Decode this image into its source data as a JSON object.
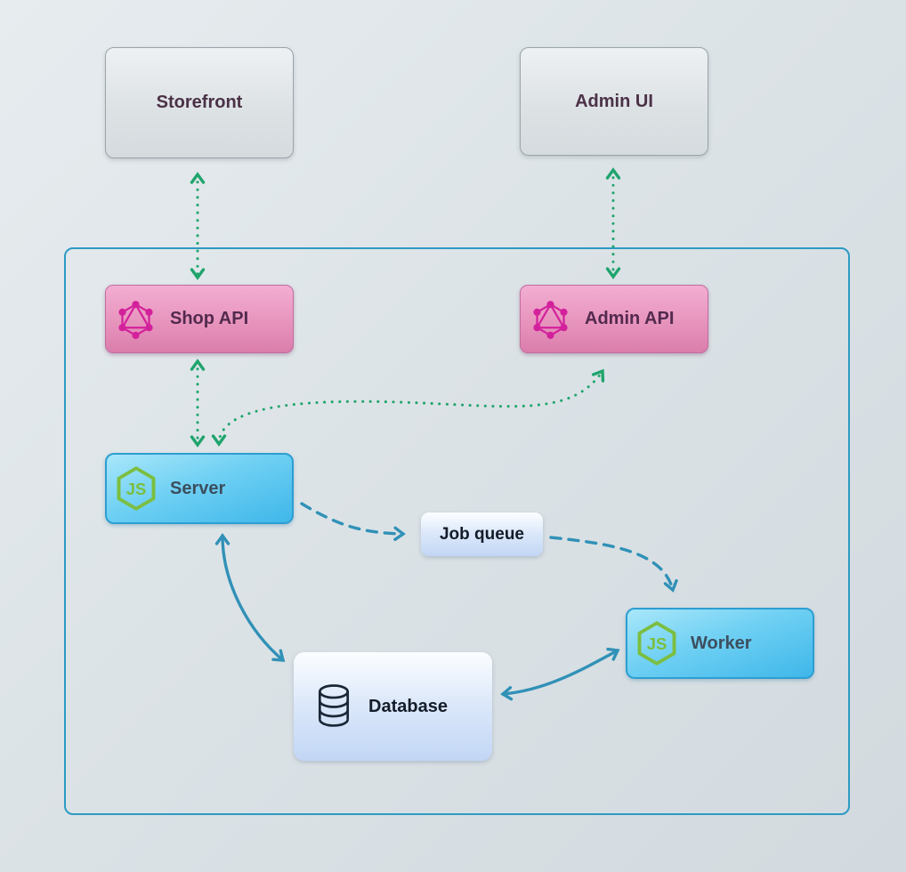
{
  "diagram": {
    "nodes": {
      "storefront": {
        "label": "Storefront"
      },
      "admin_ui": {
        "label": "Admin UI"
      },
      "shop_api": {
        "label": "Shop API",
        "icon": "graphql-icon"
      },
      "admin_api": {
        "label": "Admin API",
        "icon": "graphql-icon"
      },
      "server": {
        "label": "Server",
        "icon": "nodejs-icon"
      },
      "job_queue": {
        "label": "Job queue"
      },
      "worker": {
        "label": "Worker",
        "icon": "nodejs-icon"
      },
      "database": {
        "label": "Database",
        "icon": "database-icon"
      }
    },
    "edges": [
      {
        "from": "Storefront",
        "to": "Shop API",
        "style": "dotted",
        "color": "green",
        "bidirectional": true
      },
      {
        "from": "Admin UI",
        "to": "Admin API",
        "style": "dotted",
        "color": "green",
        "bidirectional": true
      },
      {
        "from": "Shop API",
        "to": "Server",
        "style": "dotted",
        "color": "green",
        "bidirectional": true
      },
      {
        "from": "Server",
        "to": "Admin API",
        "style": "dotted",
        "color": "green",
        "bidirectional": true
      },
      {
        "from": "Server",
        "to": "Job queue",
        "style": "dashed",
        "color": "blue",
        "bidirectional": false
      },
      {
        "from": "Job queue",
        "to": "Worker",
        "style": "dashed",
        "color": "blue",
        "bidirectional": false
      },
      {
        "from": "Server",
        "to": "Database",
        "style": "solid",
        "color": "blue",
        "bidirectional": true
      },
      {
        "from": "Worker",
        "to": "Database",
        "style": "solid",
        "color": "blue",
        "bidirectional": true
      }
    ],
    "colors": {
      "green_arrow": "#1fa46d",
      "blue_arrow": "#3191b7",
      "container_border": "#2e9ac3",
      "graphql_pink": "#d3219c",
      "nodejs_green": "#7cbe3f",
      "database_ink": "#1b2737"
    }
  }
}
